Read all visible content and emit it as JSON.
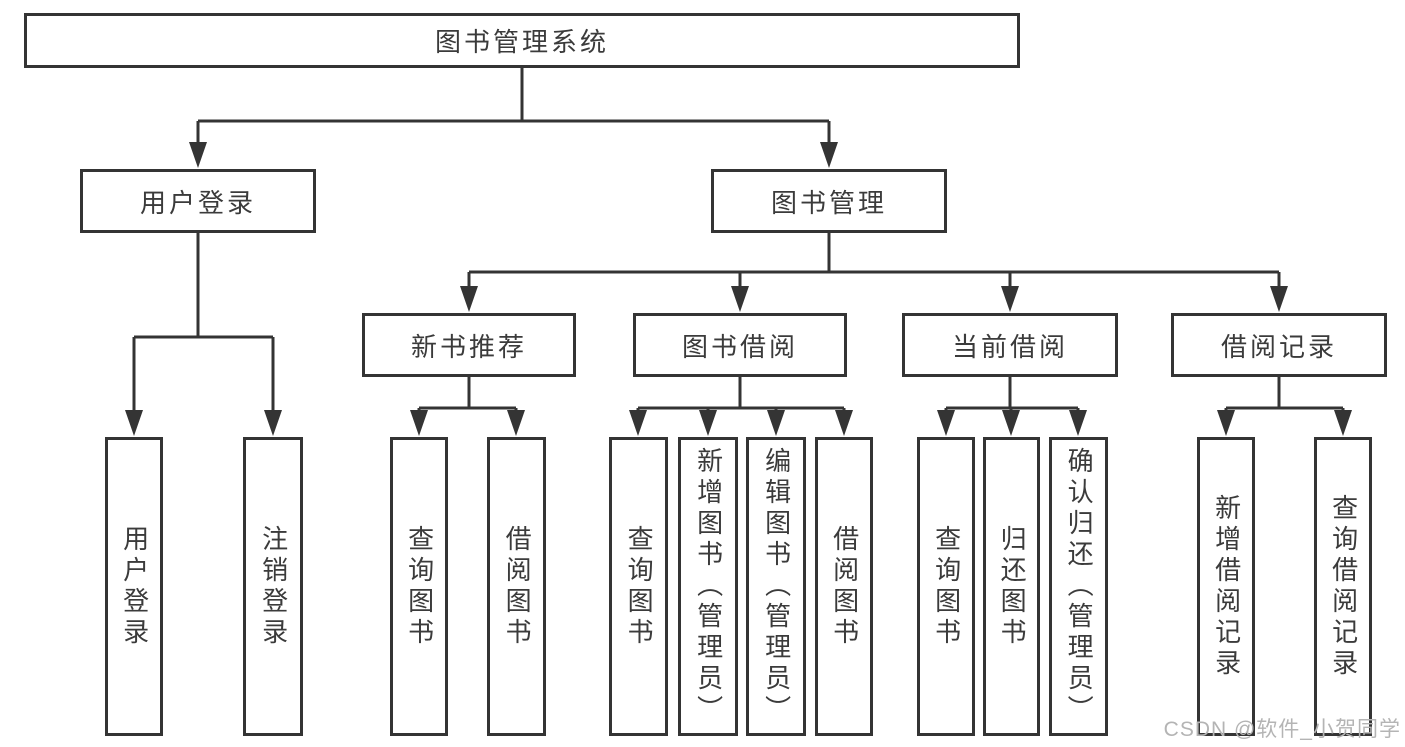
{
  "diagram": {
    "root": "图书管理系统",
    "level2": [
      "用户登录",
      "图书管理"
    ],
    "level3": [
      "新书推荐",
      "图书借阅",
      "当前借阅",
      "借阅记录"
    ],
    "leaves": [
      "用户登录",
      "注销登录",
      "查询图书",
      "借阅图书",
      "查询图书",
      "新增图书（管理员）",
      "编辑图书（管理员）",
      "借阅图书",
      "查询图书",
      "归还图书",
      "确认归还（管理员）",
      "新增借阅记录",
      "查询借阅记录"
    ],
    "watermark": "CSDN @软件_小贺同学",
    "colors": {
      "line": "#343434",
      "text": "#3b3b3b",
      "watermark": "#b4b4b4",
      "background": "#ffffff"
    }
  }
}
